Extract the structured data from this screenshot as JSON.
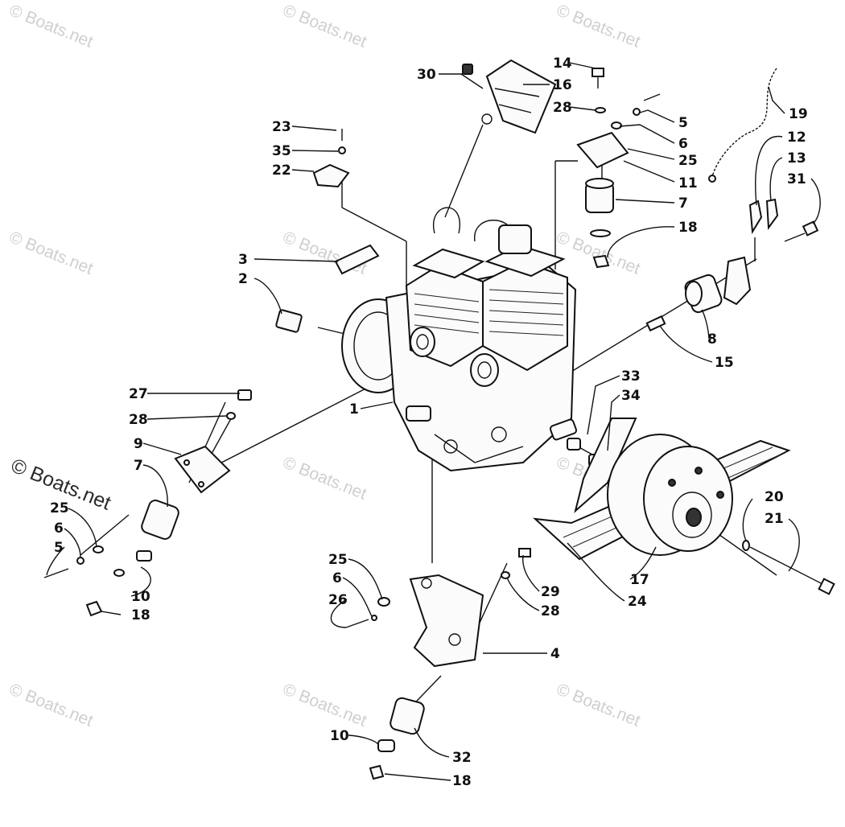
{
  "watermark": {
    "text": "© Boats.net",
    "prominent_text": "© Boats.net"
  },
  "callouts": [
    {
      "id": "c30",
      "label": "30"
    },
    {
      "id": "c16",
      "label": "16"
    },
    {
      "id": "c14",
      "label": "14"
    },
    {
      "id": "c28a",
      "label": "28"
    },
    {
      "id": "c5a",
      "label": "5"
    },
    {
      "id": "c6a",
      "label": "6"
    },
    {
      "id": "c25a",
      "label": "25"
    },
    {
      "id": "c11",
      "label": "11"
    },
    {
      "id": "c7a",
      "label": "7"
    },
    {
      "id": "c18a",
      "label": "18"
    },
    {
      "id": "c19",
      "label": "19"
    },
    {
      "id": "c12",
      "label": "12"
    },
    {
      "id": "c13",
      "label": "13"
    },
    {
      "id": "c31",
      "label": "31"
    },
    {
      "id": "c23",
      "label": "23"
    },
    {
      "id": "c35",
      "label": "35"
    },
    {
      "id": "c22",
      "label": "22"
    },
    {
      "id": "c3",
      "label": "3"
    },
    {
      "id": "c2",
      "label": "2"
    },
    {
      "id": "c8",
      "label": "8"
    },
    {
      "id": "c15",
      "label": "15"
    },
    {
      "id": "c33",
      "label": "33"
    },
    {
      "id": "c34",
      "label": "34"
    },
    {
      "id": "c27",
      "label": "27"
    },
    {
      "id": "c28b",
      "label": "28"
    },
    {
      "id": "c1",
      "label": "1"
    },
    {
      "id": "c9",
      "label": "9"
    },
    {
      "id": "c7b",
      "label": "7"
    },
    {
      "id": "c25b",
      "label": "25"
    },
    {
      "id": "c6b",
      "label": "6"
    },
    {
      "id": "c5b",
      "label": "5"
    },
    {
      "id": "c10a",
      "label": "10"
    },
    {
      "id": "c18b",
      "label": "18"
    },
    {
      "id": "c20",
      "label": "20"
    },
    {
      "id": "c21",
      "label": "21"
    },
    {
      "id": "c17",
      "label": "17"
    },
    {
      "id": "c24",
      "label": "24"
    },
    {
      "id": "c25c",
      "label": "25"
    },
    {
      "id": "c6c",
      "label": "6"
    },
    {
      "id": "c26",
      "label": "26"
    },
    {
      "id": "c29",
      "label": "29"
    },
    {
      "id": "c28c",
      "label": "28"
    },
    {
      "id": "c4",
      "label": "4"
    },
    {
      "id": "c10b",
      "label": "10"
    },
    {
      "id": "c32",
      "label": "32"
    },
    {
      "id": "c18c",
      "label": "18"
    }
  ]
}
